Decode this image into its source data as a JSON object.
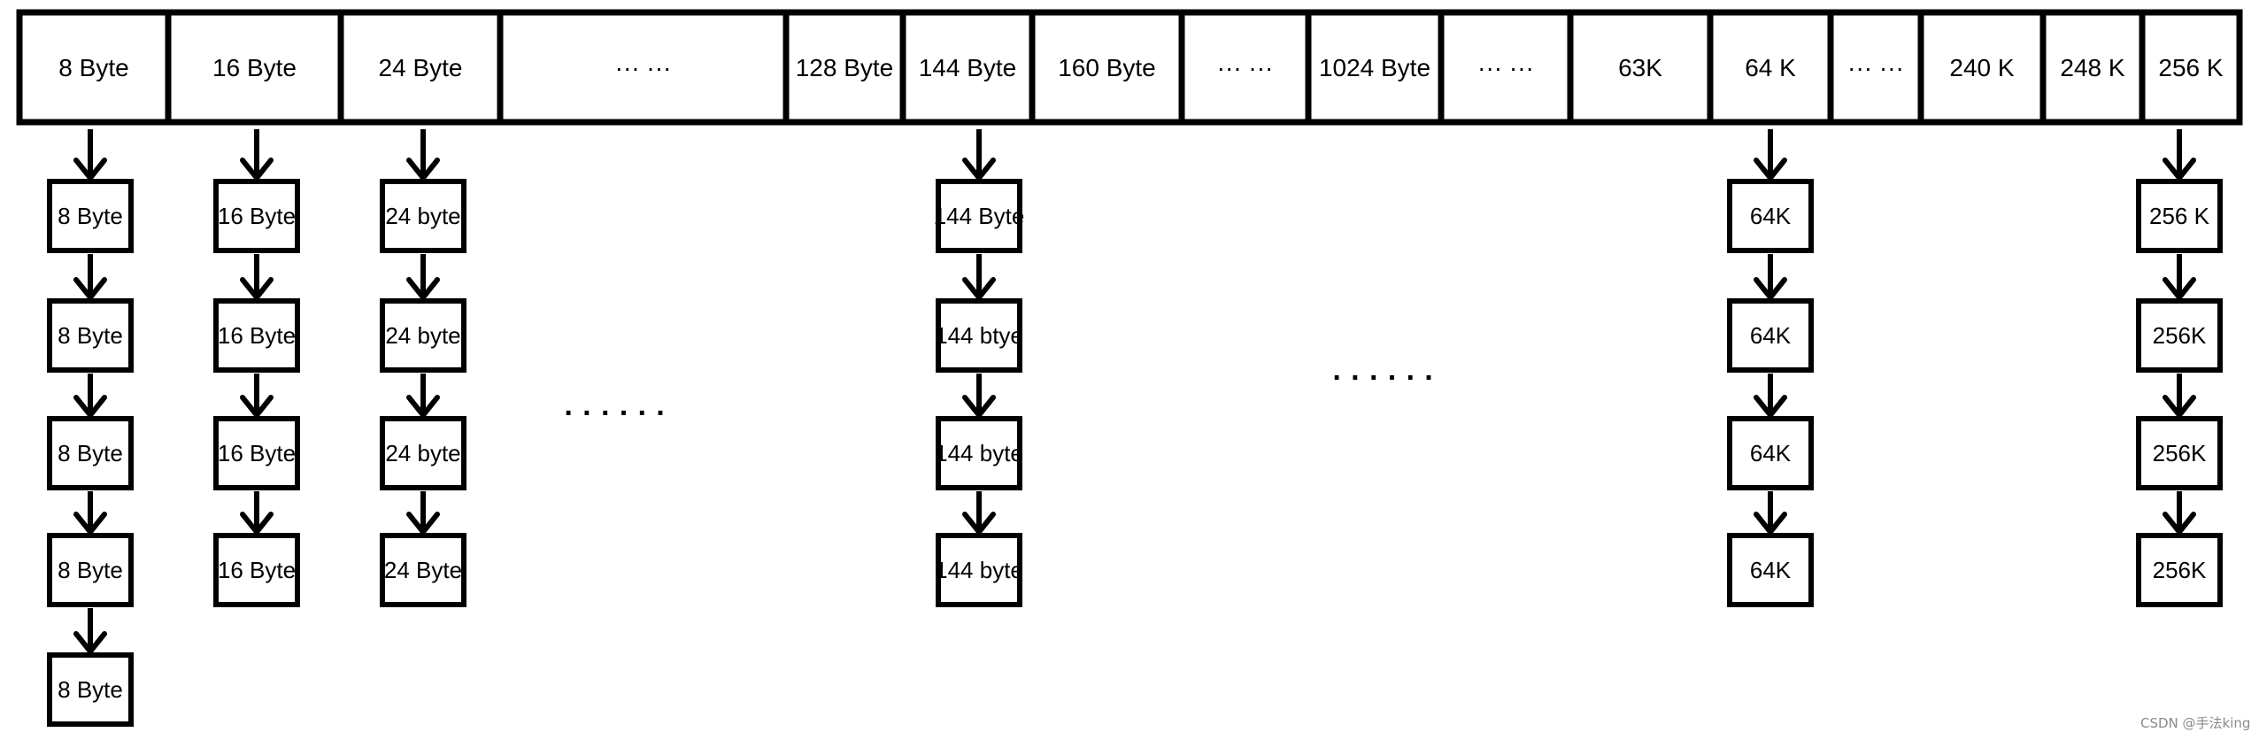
{
  "header_cells": [
    "8 Byte",
    "16 Byte",
    "24 Byte",
    "··· ···",
    "128 Byte",
    "144 Byte",
    "160 Byte",
    "··· ···",
    "1024 Byte",
    "··· ···",
    "63K",
    "64 K",
    "··· ···",
    "240 K",
    "248 K",
    "256 K"
  ],
  "lists": [
    {
      "bucket": "8 Byte",
      "nodes": [
        "8 Byte",
        "8 Byte",
        "8 Byte",
        "8 Byte",
        "8 Byte"
      ]
    },
    {
      "bucket": "16 Byte",
      "nodes": [
        "16 Byte",
        "16 Byte",
        "16 Byte",
        "16 Byte"
      ]
    },
    {
      "bucket": "24 Byte",
      "nodes": [
        "24 byte",
        "24 byte",
        "24 byte",
        "24 Byte"
      ]
    },
    {
      "bucket": "144 Byte",
      "nodes": [
        "144 Byte",
        "144 btye",
        "144 byte",
        "144 byte"
      ]
    },
    {
      "bucket": "64 K",
      "nodes": [
        "64K",
        "64K",
        "64K",
        "64K"
      ]
    },
    {
      "bucket": "256 K",
      "nodes": [
        "256 K",
        "256K",
        "256K",
        "256K"
      ]
    }
  ],
  "gap_markers": [
    "· · · · · ·",
    "· · · · · ·"
  ],
  "watermark": "CSDN @手法king"
}
